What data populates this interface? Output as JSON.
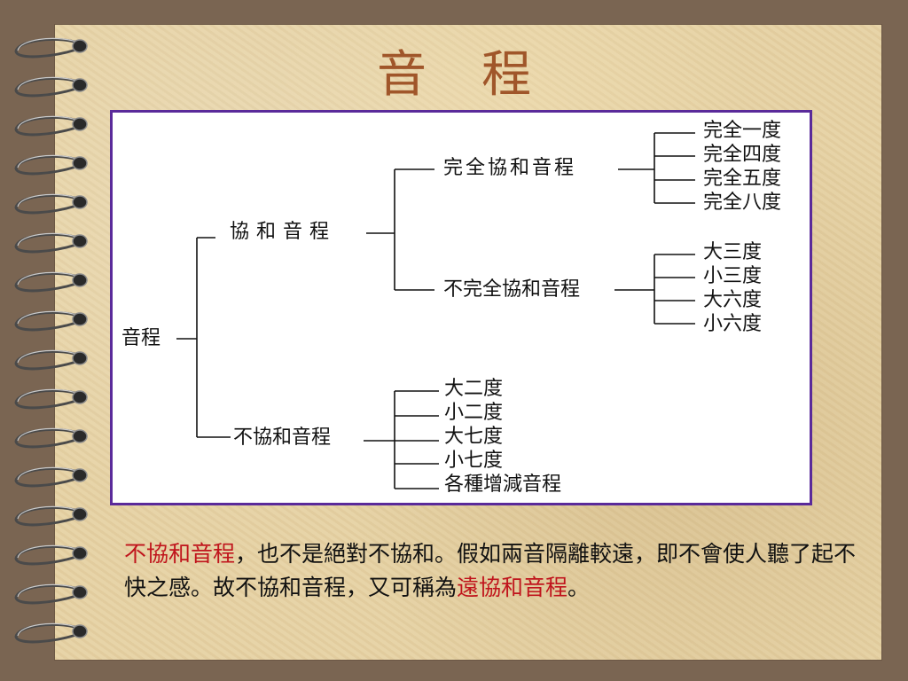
{
  "slide": {
    "title": "音程"
  },
  "diagram": {
    "root": "音程",
    "consonant": {
      "label": "協和音程",
      "perfect": {
        "label": "完全協和音程",
        "items": [
          "完全一度",
          "完全四度",
          "完全五度",
          "完全八度"
        ]
      },
      "imperfect": {
        "label": "不完全協和音程",
        "items": [
          "大三度",
          "小三度",
          "大六度",
          "小六度"
        ]
      }
    },
    "dissonant": {
      "label": "不協和音程",
      "items": [
        "大二度",
        "小二度",
        "大七度",
        "小七度",
        "各種增減音程"
      ]
    }
  },
  "caption": {
    "part1": "不協和音程",
    "part2": "，也不是絕對不協和。假如兩音隔離較遠，即不會使人聽了起不快之感。故不協和音程，又可稱為",
    "part3": "遠協和音程",
    "part4": "。"
  },
  "colors": {
    "background": "#7a6552",
    "paper": "#e6d2a4",
    "title": "#a0562a",
    "frame": "#5a2a9a",
    "highlight": "#c0141c"
  }
}
